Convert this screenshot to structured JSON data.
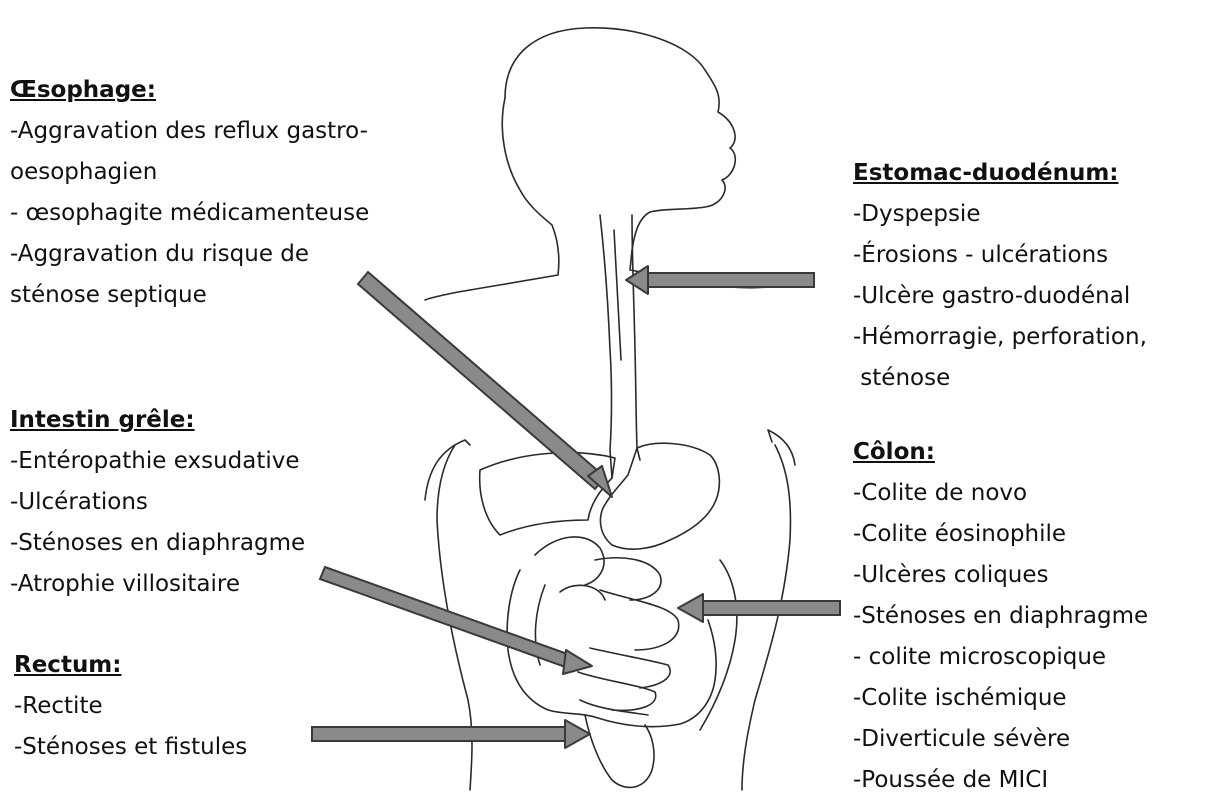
{
  "groups": [
    {
      "id": "oesophage",
      "title": "Œsophage:",
      "items": [
        "-Aggravation des reflux gastro-",
        "oesophagien",
        "- œsophagite médicamenteuse",
        "-Aggravation du risque de",
        "sténose septique"
      ]
    },
    {
      "id": "estomac",
      "title": "Estomac-duodénum:",
      "items": [
        "-Dyspepsie",
        "-Érosions - ulcérations",
        "-Ulcère gastro-duodénal",
        "-Hémorragie, perforation,",
        " sténose"
      ]
    },
    {
      "id": "intestin",
      "title": "Intestin grêle:",
      "items": [
        "-Entéropathie exsudative",
        "-Ulcérations",
        "-Sténoses en diaphragme",
        "-Atrophie villositaire"
      ]
    },
    {
      "id": "colon",
      "title": "Côlon:",
      "items": [
        "-Colite de novo",
        "-Colite éosinophile",
        "-Ulcères coliques",
        "-Sténoses en diaphragme",
        "- colite microscopique",
        "-Colite ischémique",
        "-Diverticule sévère",
        "-Poussée de MICI"
      ]
    },
    {
      "id": "rectum",
      "title": "Rectum:",
      "items": [
        "-Rectite",
        "-Sténoses et fistules"
      ]
    }
  ],
  "colors": {
    "arrow_fill": "#8a8a8a",
    "arrow_stroke": "#3a3a3a",
    "line_drawing": "#2a2a2a",
    "text": "#111111"
  }
}
